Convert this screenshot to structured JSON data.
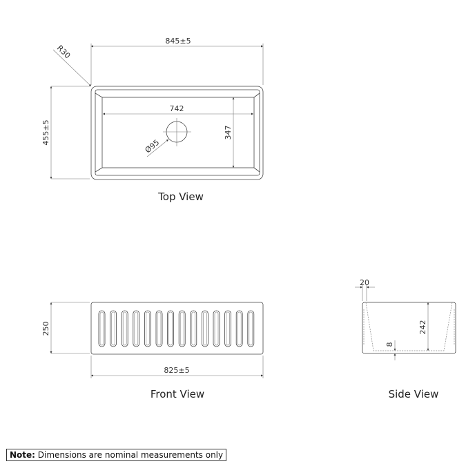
{
  "top_view": {
    "title": "Top View",
    "overall_width": "845±5",
    "overall_depth": "455±5",
    "corner_radius": "R30",
    "bowl_width": "742",
    "bowl_depth": "347",
    "drain": "Ø95"
  },
  "front_view": {
    "title": "Front View",
    "height": "250",
    "width": "825±5",
    "slot_count": 14
  },
  "side_view": {
    "title": "Side View",
    "wall": "20",
    "bowl_height": "242",
    "base": "8"
  },
  "note": {
    "label": "Note:",
    "text": "Dimensions are nominal measurements only"
  }
}
